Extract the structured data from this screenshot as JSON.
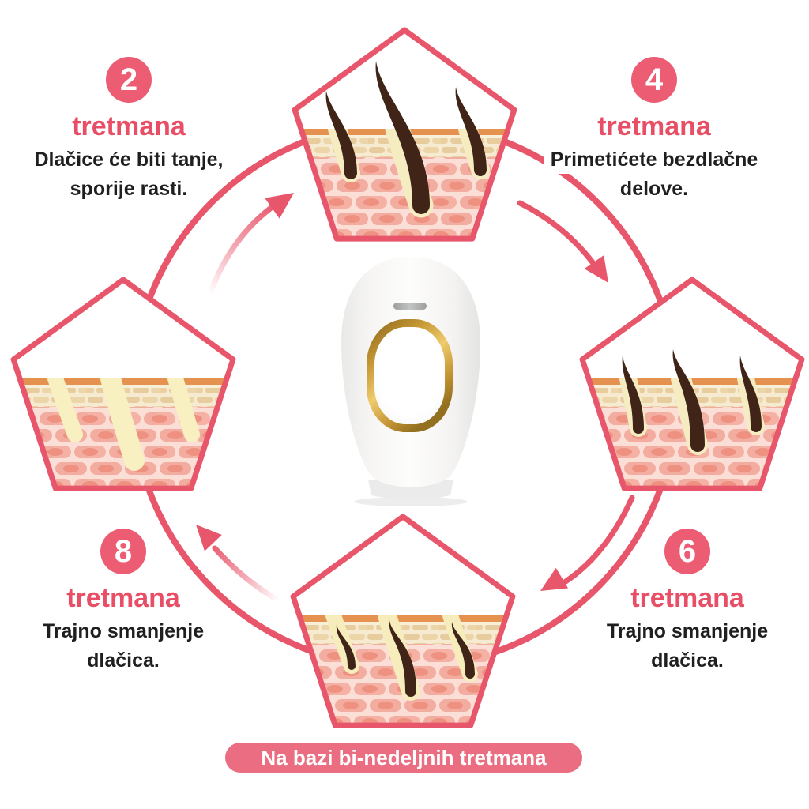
{
  "steps": [
    {
      "number": "2",
      "unit": "tretmana",
      "desc_line1": "Dlačice će biti tanje,",
      "desc_line2": "sporije rasti."
    },
    {
      "number": "4",
      "unit": "tretmana",
      "desc_line1": "Primetićete bezdlačne",
      "desc_line2": "delove."
    },
    {
      "number": "6",
      "unit": "tretmana",
      "desc_line1": "Trajno smanjenje",
      "desc_line2": "dlačica."
    },
    {
      "number": "8",
      "unit": "tretmana",
      "desc_line1": "Trajno smanjenje",
      "desc_line2": "dlačica."
    }
  ],
  "banner": {
    "text": "Na bazi bi-nedeljnih tretmana"
  },
  "colors": {
    "accent_pink": "#e8566c",
    "badge_pink": "#ec5d74",
    "label_pink": "#e84f66",
    "banner_pink": "#ea6d81",
    "text_dark": "#1f1f1f",
    "hair_brown": "#3f2417",
    "follicle_cream": "#f5ecc2",
    "skin_epidermis": "#e5914f",
    "skin_beige_brick": "#ead2a2",
    "skin_pink_brick": "#f3aca0",
    "gold_ring": "#c89a37",
    "device_white": "#f7f6f4"
  },
  "icons": {
    "device": "ipl-device-illustration",
    "stage_2": "skin-cross-section-long-hairs",
    "stage_4": "skin-cross-section-short-hairs",
    "stage_6": "skin-cross-section-subsurface-hairs",
    "stage_8": "skin-cross-section-no-hairs",
    "cycle": "clockwise-arrow-cycle"
  }
}
